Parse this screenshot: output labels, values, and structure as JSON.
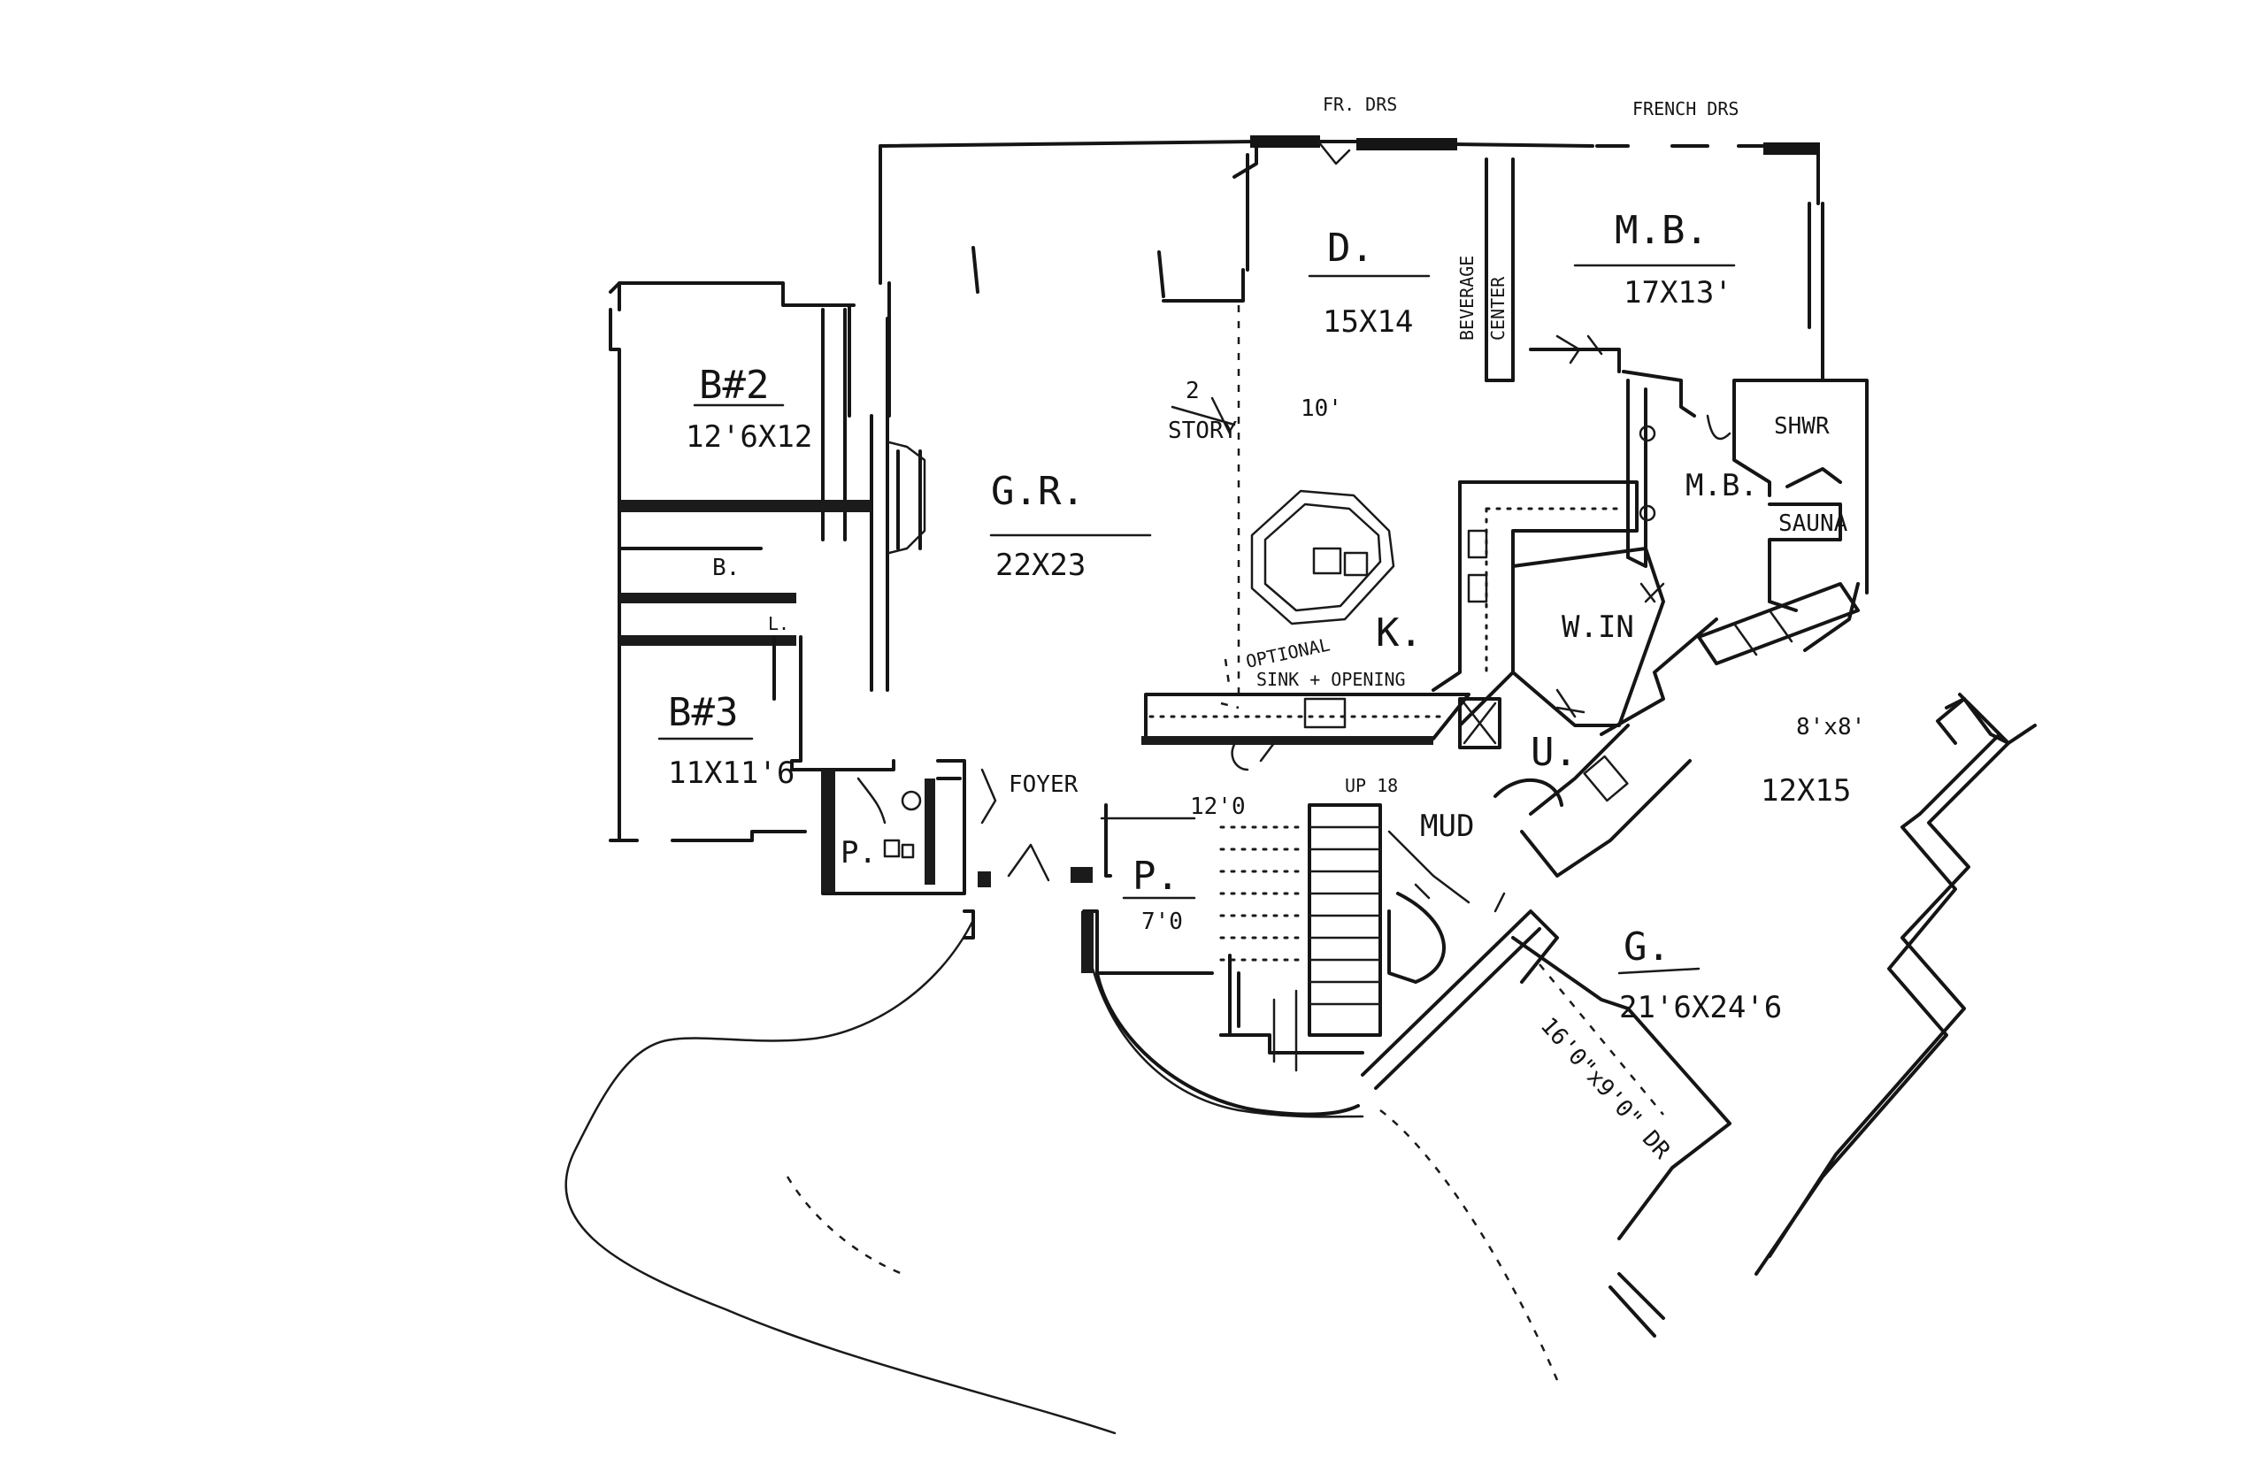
{
  "labels": {
    "fr_drs": "FR. DRS",
    "french_drs": "FRENCH DRS",
    "dining": "D.",
    "dining_dim": "15X14",
    "beverage": "BEVERAGE",
    "center": "CENTER",
    "master_bed": "M.B.",
    "master_bed_dim": "17X13'",
    "bed2": "B#2",
    "bed2_dim": "12'6X12",
    "two_story": "2",
    "story": "STORY",
    "ten": "10'",
    "great_room": "G.R.",
    "great_room_dim": "22X23",
    "bath": "B.",
    "linen": "L.",
    "kitchen": "K.",
    "optional": "OPTIONAL",
    "sink_opening": "SINK + OPENING",
    "shwr": "SHWR",
    "sauna": "SAUNA",
    "master_bath": "M.B.",
    "walk_in": "W.IN",
    "utility": "U.",
    "bed3": "B#3",
    "bed3_dim": "11X11'6",
    "powder": "P.",
    "foyer": "FOYER",
    "twelve": "12'0",
    "up": "UP 18",
    "mud": "MUD",
    "porch": "P.",
    "porch_dim": "7'0",
    "shop_a": "8'x8'",
    "shop_dim": "12X15",
    "garage": "G.",
    "garage_dim": "21'6X24'6",
    "garage_door": "16'0\"x9'0\" DR"
  },
  "colors": {
    "ink": "#151515",
    "paper": "#ffffff"
  }
}
